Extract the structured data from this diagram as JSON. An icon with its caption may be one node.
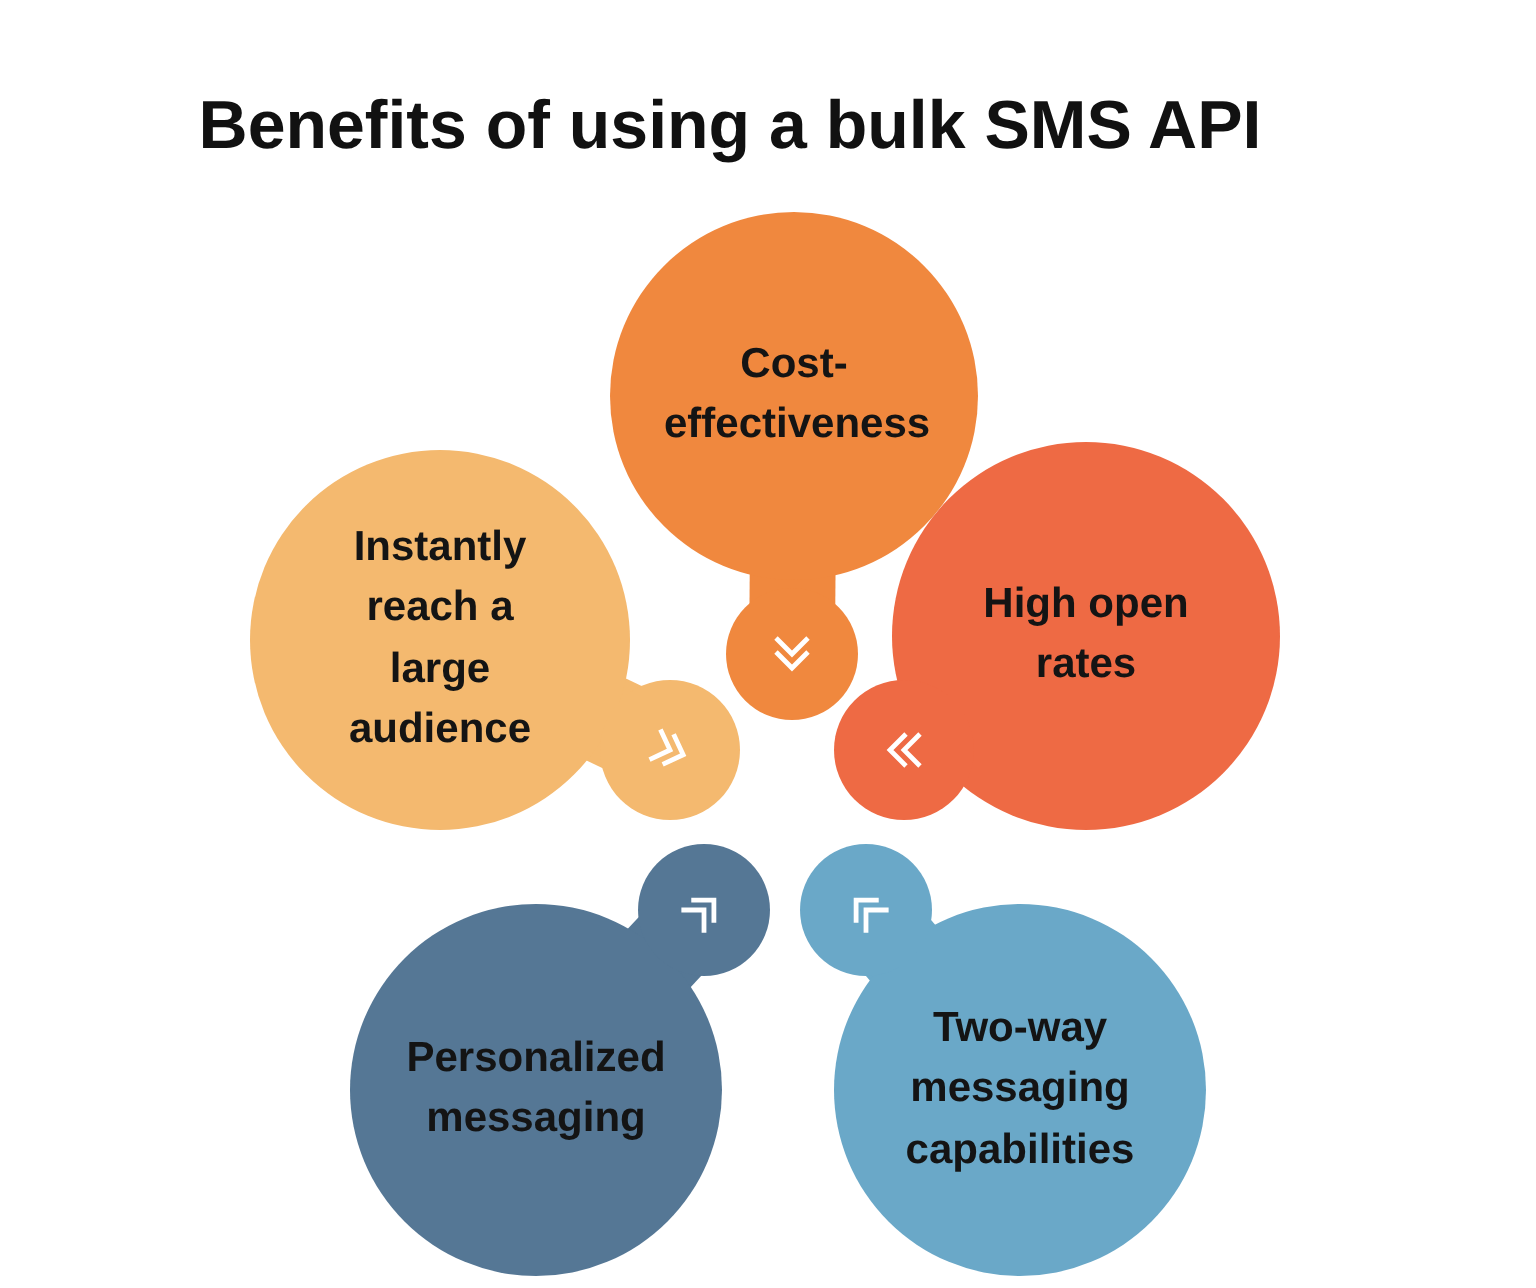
{
  "diagram": {
    "title": "Benefits of using a bulk SMS API",
    "nodes": [
      {
        "text": [
          "Cost-effectiveness"
        ]
      },
      {
        "text": [
          "Instantly reach a large audience"
        ]
      },
      {
        "text": [
          "High open rates"
        ]
      },
      {
        "text": [
          "Personalized messaging"
        ]
      },
      {
        "text": [
          "Two-way messaging capabilities"
        ]
      }
    ]
  }
}
